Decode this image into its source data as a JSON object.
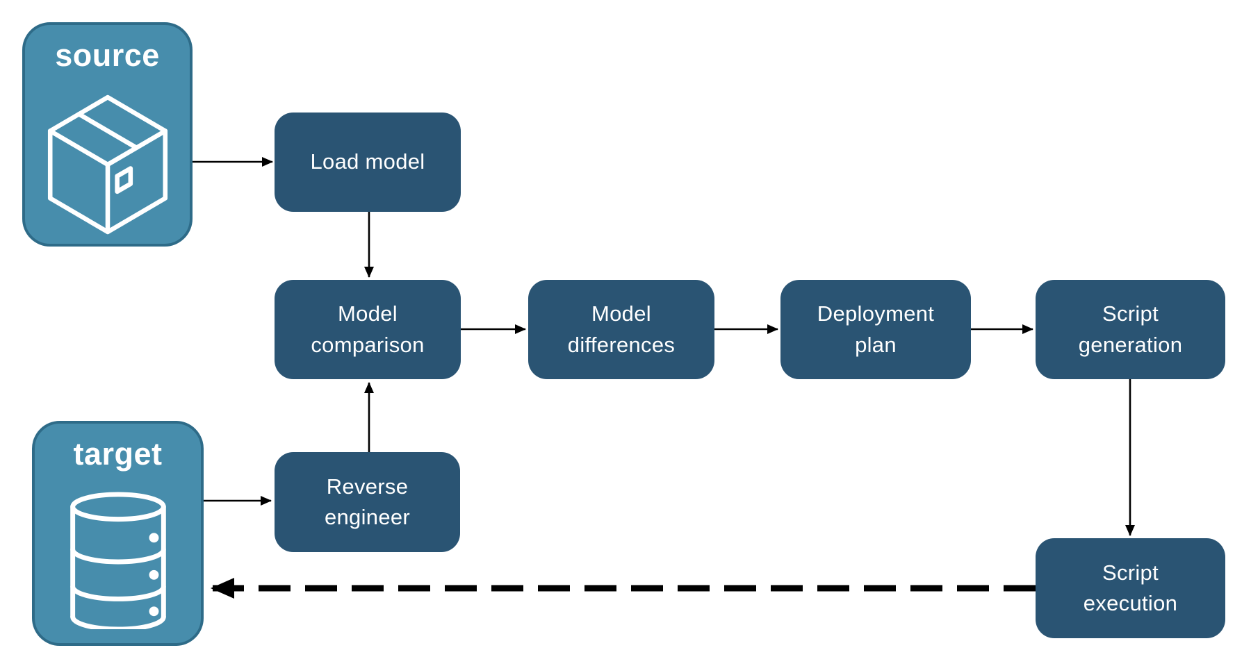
{
  "endpoints": {
    "source": {
      "label": "source",
      "icon": "package-icon"
    },
    "target": {
      "label": "target",
      "icon": "database-icon"
    }
  },
  "nodes": {
    "load_model": {
      "label": "Load model"
    },
    "model_comparison": {
      "label": "Model\ncomparison"
    },
    "model_differences": {
      "label": "Model\ndifferences"
    },
    "deployment_plan": {
      "label": "Deployment\nplan"
    },
    "script_generation": {
      "label": "Script\ngeneration"
    },
    "reverse_engineer": {
      "label": "Reverse\nengineer"
    },
    "script_execution": {
      "label": "Script\nexecution"
    }
  },
  "edges": [
    {
      "from": "source",
      "to": "load_model",
      "style": "solid"
    },
    {
      "from": "load_model",
      "to": "model_comparison",
      "style": "solid"
    },
    {
      "from": "model_comparison",
      "to": "model_differences",
      "style": "solid"
    },
    {
      "from": "model_differences",
      "to": "deployment_plan",
      "style": "solid"
    },
    {
      "from": "deployment_plan",
      "to": "script_generation",
      "style": "solid"
    },
    {
      "from": "script_generation",
      "to": "script_execution",
      "style": "solid"
    },
    {
      "from": "target",
      "to": "reverse_engineer",
      "style": "solid"
    },
    {
      "from": "reverse_engineer",
      "to": "model_comparison",
      "style": "solid"
    },
    {
      "from": "script_execution",
      "to": "target",
      "style": "dashed"
    }
  ],
  "colors": {
    "node_fill": "#2A5473",
    "endpoint_fill": "#478DAC",
    "endpoint_border": "#2E6B88",
    "text": "#FFFFFF",
    "arrow": "#000000",
    "background": "#FFFFFF"
  }
}
